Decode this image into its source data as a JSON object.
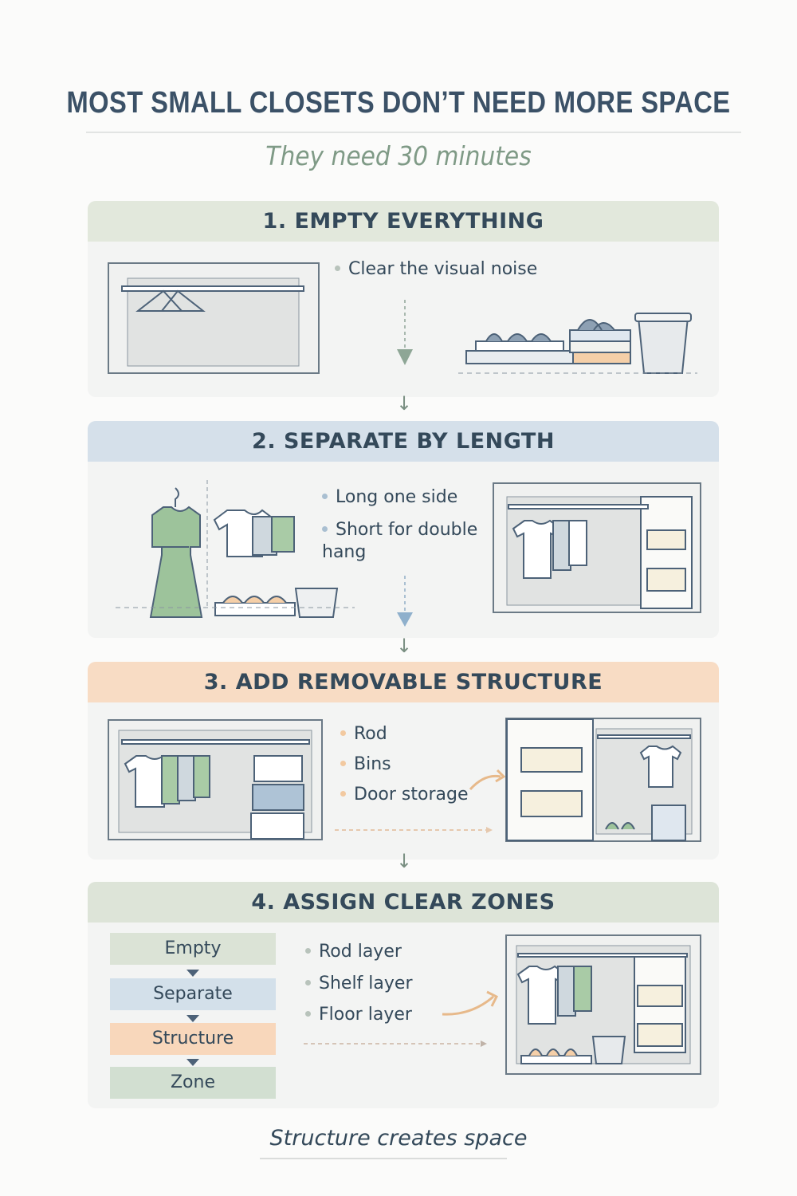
{
  "title": "MOST SMALL CLOSETS DON’T NEED MORE SPACE",
  "subtitle": "They need 30 minutes",
  "colors": {
    "sage": "#e2e8dc",
    "blue": "#d5e0ea",
    "peach": "#f8dcc4",
    "green": "#dde4d8",
    "ink": "#3b5167",
    "subtitle": "#7f9a86"
  },
  "steps": [
    {
      "heading": "1. EMPTY EVERYTHING",
      "bullets": [
        "Clear the visual noise"
      ]
    },
    {
      "heading": "2. SEPARATE BY LENGTH",
      "bullets": [
        "Long one side",
        "Short for double hang"
      ]
    },
    {
      "heading": "3. ADD REMOVABLE STRUCTURE",
      "bullets": [
        "Rod",
        "Bins",
        "Door storage"
      ]
    },
    {
      "heading": "4. ASSIGN CLEAR ZONES",
      "bullets": [
        "Rod layer",
        "Shelf layer",
        "Floor layer"
      ],
      "flow": [
        "Empty",
        "Separate",
        "Structure",
        "Zone"
      ]
    }
  ],
  "footer": "Structure creates space",
  "icons": [
    "closet-icon",
    "hanger-icon",
    "shirt-icon",
    "dress-icon",
    "bin-icon",
    "basket-icon",
    "arrow-down-icon",
    "curved-arrow-icon",
    "door-organizer-icon"
  ]
}
